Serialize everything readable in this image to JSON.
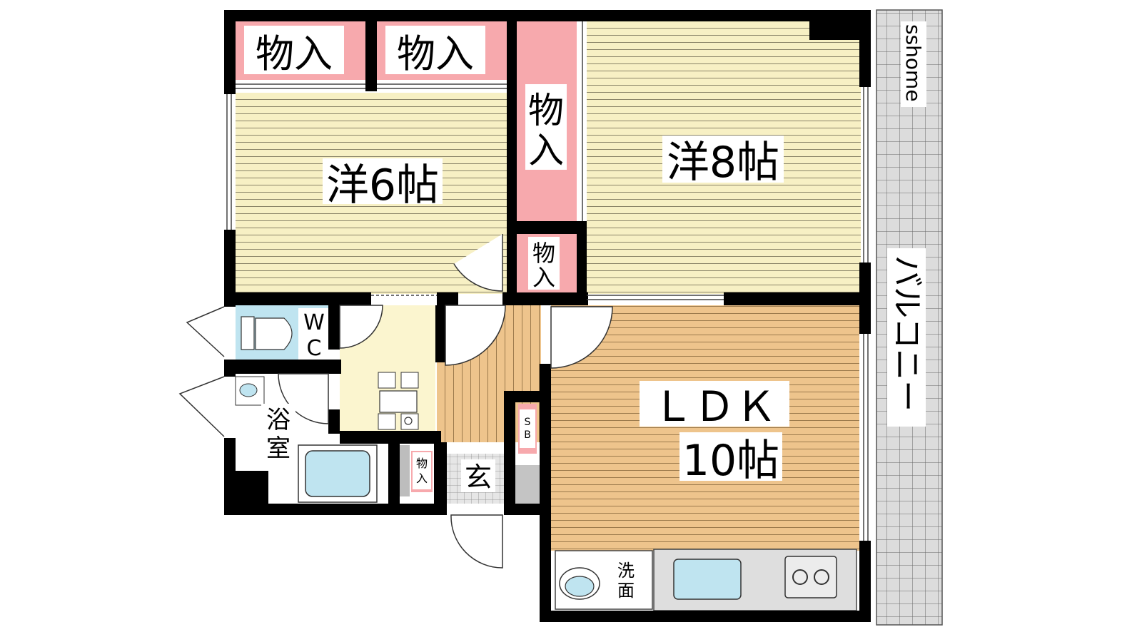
{
  "watermark": "sshome",
  "rooms": {
    "western6": {
      "label": "洋6帖"
    },
    "western8": {
      "label": "洋8帖"
    },
    "ldk": {
      "label": "ＬＤＫ",
      "size": "10帖"
    },
    "balcony": {
      "label": "バルコニー"
    },
    "wc": {
      "label_top": "W",
      "label_bottom": "C"
    },
    "bath": {
      "label_top": "浴",
      "label_bottom": "室"
    },
    "washroom": {
      "label_top": "洗",
      "label_bottom": "面"
    },
    "entrance": {
      "label": "玄"
    },
    "shoebox": {
      "label_top": "S",
      "label_bottom": "B"
    }
  },
  "closets": {
    "c1": {
      "label": "物入"
    },
    "c2": {
      "label": "物入"
    },
    "c3": {
      "label_top": "物",
      "label_bottom": "入"
    },
    "c4": {
      "label_top": "物",
      "label_bottom": "入"
    },
    "c5": {
      "label_top": "物",
      "label_bottom": "入"
    }
  },
  "colors": {
    "tatami_floor": "#f7f0c4",
    "wood_floor": "#eec48c",
    "closet": "#f7a9ad",
    "wet_area": "#bfe4f0",
    "hall": "#fbf5cf",
    "balcony_tile": "#dcdcdc",
    "kitchen": "#dedede",
    "wall": "#000000"
  }
}
